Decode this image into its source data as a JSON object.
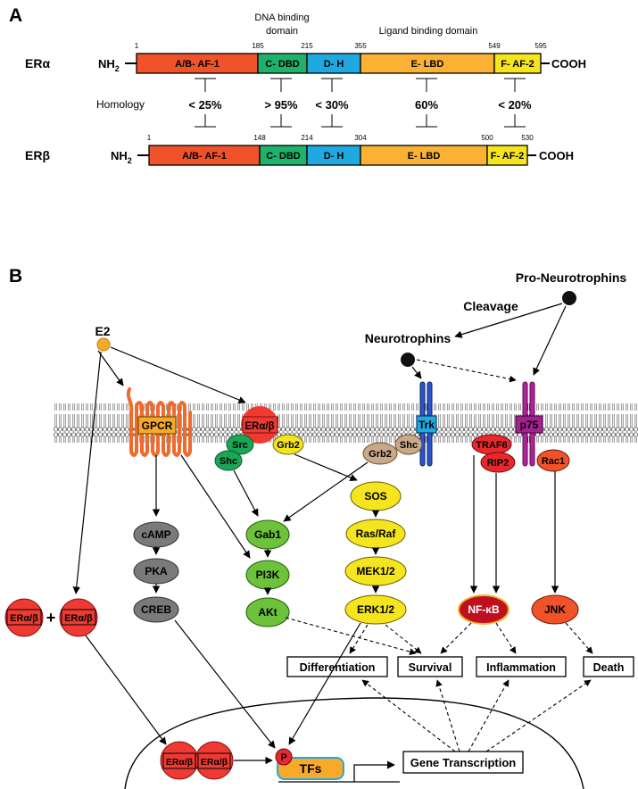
{
  "panel_a": {
    "letter": "A",
    "header_dna": [
      "DNA binding",
      "domain"
    ],
    "header_lbd": "Ligand binding domain",
    "nh2": "NH",
    "nh2_sub": "2",
    "cooh": "COOH",
    "homology_label": "Homology",
    "era": {
      "name": "ERα",
      "positions": [
        "1",
        "185",
        "215",
        "355",
        "549",
        "595"
      ],
      "domains": [
        "A/B- AF-1",
        "C- DBD",
        "D- H",
        "E- LBD",
        "F- AF-2"
      ]
    },
    "erb": {
      "name": "ERβ",
      "positions": [
        "1",
        "148",
        "214",
        "304",
        "500",
        "530"
      ],
      "domains": [
        "A/B- AF-1",
        "C- DBD",
        "D- H",
        "E- LBD",
        "F- AF-2"
      ]
    },
    "homology": [
      "< 25%",
      "> 95%",
      "< 30%",
      "60%",
      "< 20%"
    ],
    "domain_colors": [
      "#f0522a",
      "#1db36b",
      "#1fa9e0",
      "#fbb234",
      "#f5e51e"
    ]
  },
  "panel_b": {
    "letter": "B",
    "pro_neurotrophins": "Pro-Neurotrophins",
    "cleavage": "Cleavage",
    "neurotrophins": "Neurotrophins",
    "e2": "E2",
    "gpcr": "GPCR",
    "er_membrane": "ERα/β",
    "trk": "Trk",
    "p75": "p75",
    "src": "Src",
    "shc_left": "Shc",
    "grb2_left": "Grb2",
    "grb2_right": "Grb2",
    "shc_right": "Shc",
    "traf6": "TRAF6",
    "rip2": "RIP2",
    "rac1": "Rac1",
    "camp": "cAMP",
    "pka": "PKA",
    "creb": "CREB",
    "gab1": "Gab1",
    "pi3k": "PI3K",
    "akt": "AKt",
    "sos": "SOS",
    "rasraf": "Ras/Raf",
    "mek": "MEK1/2",
    "erk": "ERK1/2",
    "nfkb": "NF-κB",
    "jnk": "JNK",
    "er_cyto": "ERα/β",
    "plus": "+",
    "outcomes": [
      "Differentiation",
      "Survival",
      "Inflammation",
      "Death"
    ],
    "er_nuclear": "ERα/β",
    "p": "P",
    "tfs": "TFs",
    "gene_transcription": "Gene Transcription"
  }
}
